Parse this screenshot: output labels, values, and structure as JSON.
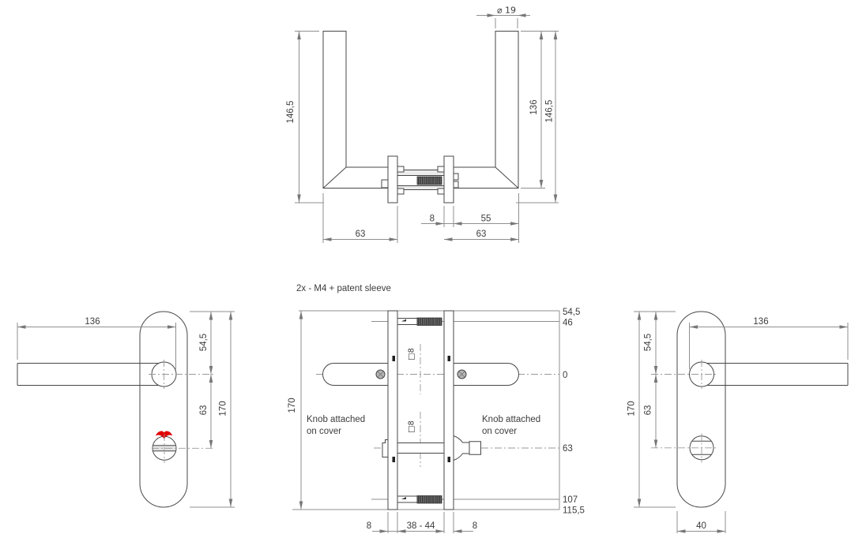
{
  "note": "2x - M4 + patent sleeve",
  "colors": {
    "line": "#474747",
    "dim": "#8f8f8f",
    "text": "#3c3c3c",
    "red": "#e10000"
  },
  "top": {
    "dia": "⌀ 19",
    "h_left": "146,5",
    "h_inner": "136",
    "h_outer": "146,5",
    "rose_thickness": "8",
    "grip_offset": "55",
    "w_left": "63",
    "w_right": "63"
  },
  "sec": {
    "h170": "170",
    "note_left_1": "Knob attached",
    "note_left_2": "on cover",
    "note_right_1": "Knob attached",
    "note_right_2": "on cover",
    "sq_top": "□8",
    "sq_bottom": "□8",
    "ord_545": "54,5",
    "ord_46": "46",
    "ord_0": "0",
    "ord_63": "63",
    "ord_107": "107",
    "ord_1155": "115,5",
    "b_left": "8",
    "b_mid": "38 - 44",
    "b_right": "8"
  },
  "lv": {
    "lever": "136",
    "top_offset": "54,5",
    "knob_offset": "63",
    "height": "170"
  },
  "rv": {
    "lever": "136",
    "top_offset": "54,5",
    "knob_offset": "63",
    "height": "170",
    "width": "40"
  }
}
